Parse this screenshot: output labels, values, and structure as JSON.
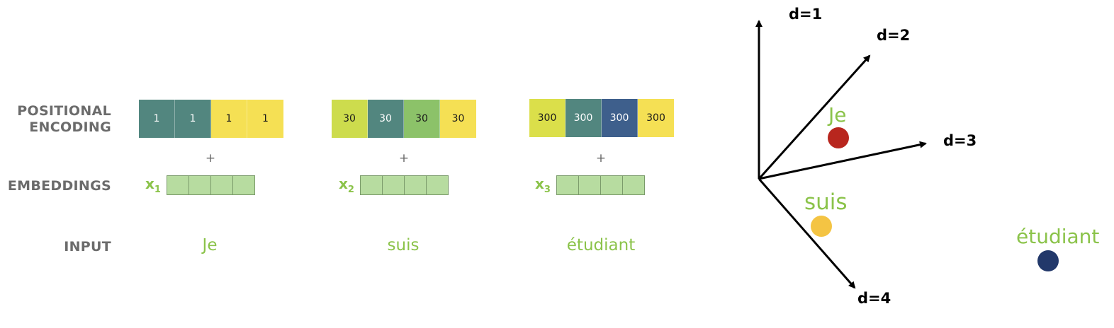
{
  "labels": {
    "positional_line1": "POSITIONAL",
    "positional_line2": "ENCODING",
    "embeddings": "EMBEDDINGS",
    "input": "INPUT"
  },
  "plus": "+",
  "tokens": [
    {
      "word": "Je",
      "emb_label": "x",
      "emb_sub": "1",
      "pe": [
        {
          "value": "1",
          "color": "#52867f"
        },
        {
          "value": "1",
          "color": "#52867f"
        },
        {
          "value": "1",
          "color": "#f5e054"
        },
        {
          "value": "1",
          "color": "#f5e054"
        }
      ]
    },
    {
      "word": "suis",
      "emb_label": "x",
      "emb_sub": "2",
      "pe": [
        {
          "value": "30",
          "color": "#cddc4d"
        },
        {
          "value": "30",
          "color": "#52867f"
        },
        {
          "value": "30",
          "color": "#8cc269"
        },
        {
          "value": "30",
          "color": "#f5e054"
        }
      ]
    },
    {
      "word": "étudiant",
      "emb_label": "x",
      "emb_sub": "3",
      "pe": [
        {
          "value": "300",
          "color": "#dbdf4a"
        },
        {
          "value": "300",
          "color": "#52867f"
        },
        {
          "value": "300",
          "color": "#3e5f8c"
        },
        {
          "value": "300",
          "color": "#f5e054"
        }
      ]
    }
  ],
  "vector_space": {
    "axes": [
      "d=1",
      "d=2",
      "d=3",
      "d=4"
    ],
    "points": [
      {
        "label": "Je",
        "color": "#b8261e"
      },
      {
        "label": "suis",
        "color": "#f4c443"
      },
      {
        "label": "étudiant",
        "color": "#22386a"
      }
    ]
  },
  "colors": {
    "label_gray": "#6b6b6b",
    "word_green": "#8bc34a",
    "embedding_fill": "#b7dca0"
  }
}
